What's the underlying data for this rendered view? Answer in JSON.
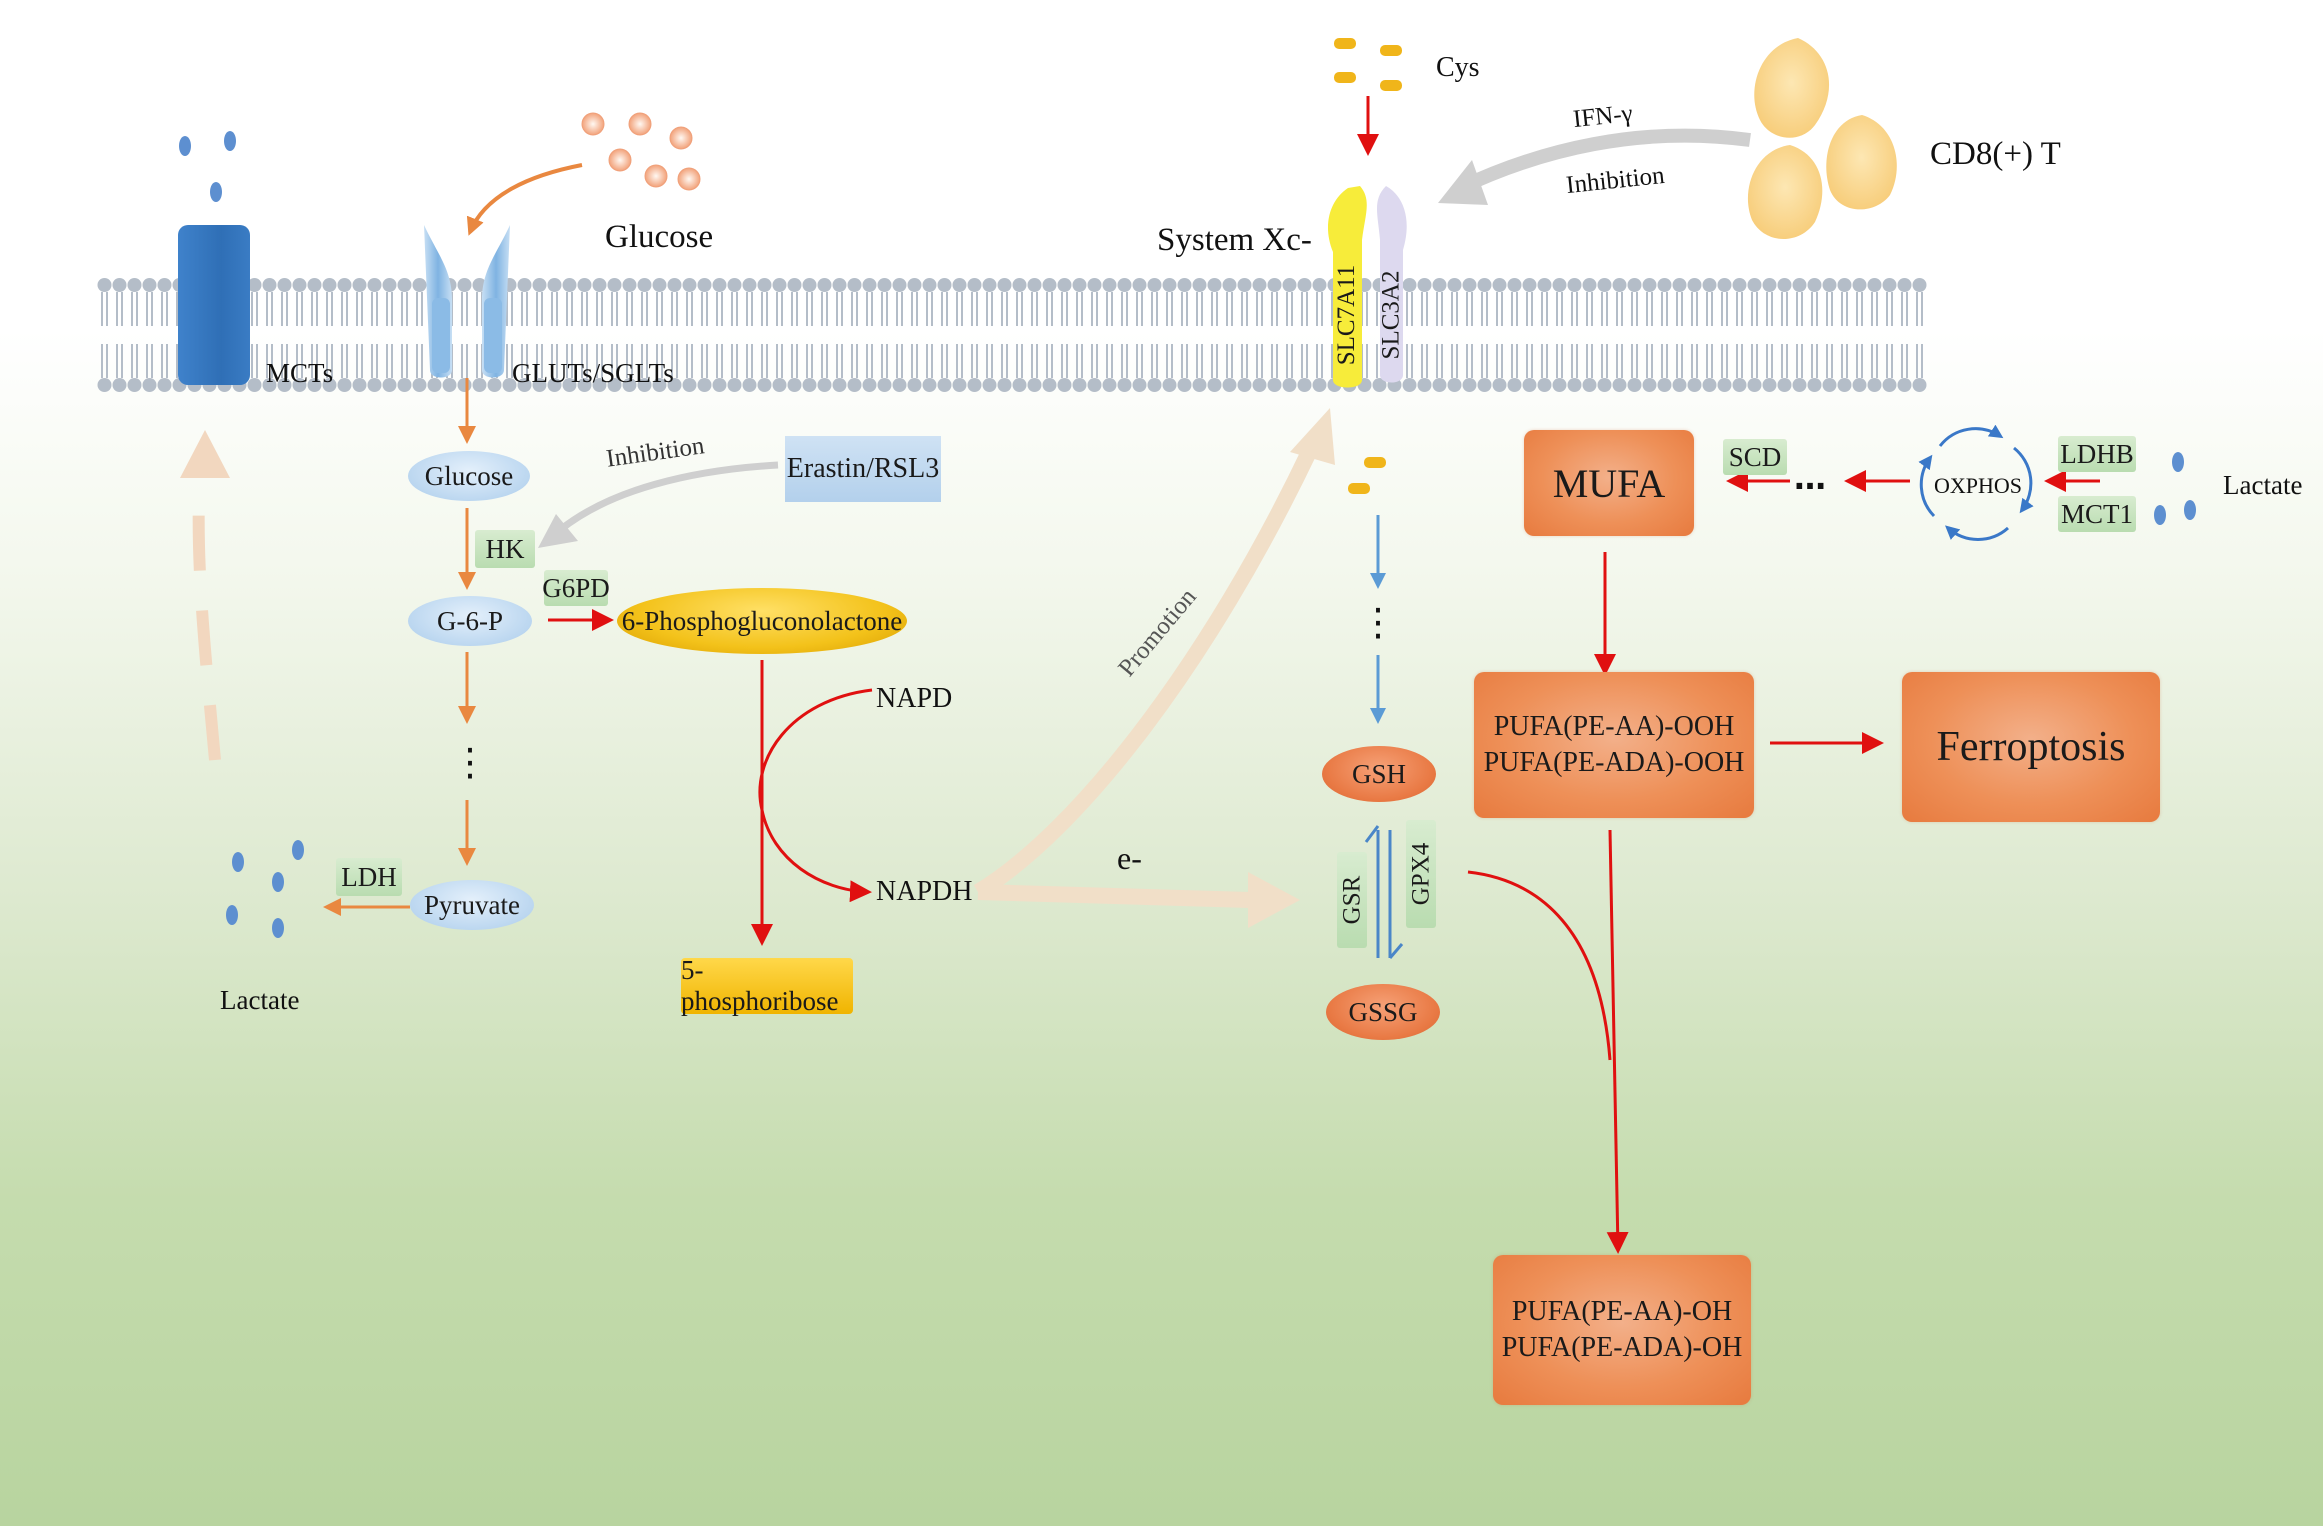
{
  "diagram": {
    "membrane": {
      "mcts_label": "MCTs",
      "gluts_label": "GLUTs/SGLTs",
      "system_xc_label": "System Xc-",
      "slc7a11_label": "SLC7A11",
      "slc3a2_label": "SLC3A2"
    },
    "extracellular": {
      "glucose_label": "Glucose",
      "cys_label": "Cys",
      "cd8_label": "CD8(+) T",
      "ifn_label": "IFN-γ",
      "ifn_inhibition_label": "Inhibition"
    },
    "glycolysis": {
      "glucose_node": "Glucose",
      "hk_tag": "HK",
      "g6p_node": "G-6-P",
      "dots": "⋮",
      "pyruvate_node": "Pyruvate",
      "ldh_tag": "LDH",
      "lactate_label": "Lactate",
      "erastin_box": "Erastin/RSL3",
      "inhibition_label": "Inhibition"
    },
    "ppp": {
      "g6pd_tag": "G6PD",
      "phosphogluconolactone_node": "6-Phosphogluconolactone",
      "napd_label": "NAPD",
      "napdh_label": "NAPDH",
      "phosphoribose_box": "5-phosphoribose",
      "promotion_label": "Promotion",
      "electron_label": "e-"
    },
    "gsh_cycle": {
      "dots": "⋮",
      "gsh_node": "GSH",
      "gssg_node": "GSSG",
      "gsr_tag": "GSR",
      "gpx4_tag": "GPX4"
    },
    "lipid": {
      "mufa_box": "MUFA",
      "scd_tag": "SCD",
      "ellipsis": "…",
      "oxphos_label": "OXPHOS",
      "ldhb_tag": "LDHB",
      "mct1_tag": "MCT1",
      "lactate_label": "Lactate",
      "pufa_ooh_line1": "PUFA(PE-AA)-OOH",
      "pufa_ooh_line2": "PUFA(PE-ADA)-OOH",
      "ferroptosis_box": "Ferroptosis",
      "pufa_oh_line1": "PUFA(PE-AA)-OH",
      "pufa_oh_line2": "PUFA(PE-ADA)-OH"
    },
    "colors": {
      "red_arrow": "#e01010",
      "orange_arrow": "#e98840",
      "blue_arrow": "#5b9bd5",
      "gray_arrow": "#cfcfcf",
      "beige_arrow": "#f1d9bf",
      "mct_blue": "#3a7cc4",
      "box_orange": "#ee9058"
    }
  }
}
